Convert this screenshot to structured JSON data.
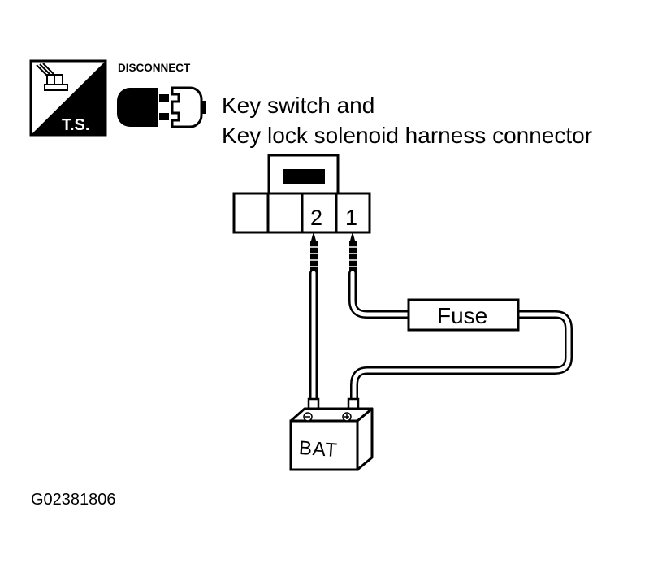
{
  "ts_icon": {
    "label": "T.S."
  },
  "disconnect_icon": {
    "label": "DISCONNECT"
  },
  "title": {
    "line1": "Key switch and",
    "line2": "Key lock solenoid harness connector"
  },
  "connector": {
    "pins": [
      "2",
      "1"
    ]
  },
  "fuse": {
    "label": "Fuse"
  },
  "battery": {
    "label": "BAT",
    "terminals": [
      "-",
      "+"
    ]
  },
  "figure_code": "G02381806"
}
